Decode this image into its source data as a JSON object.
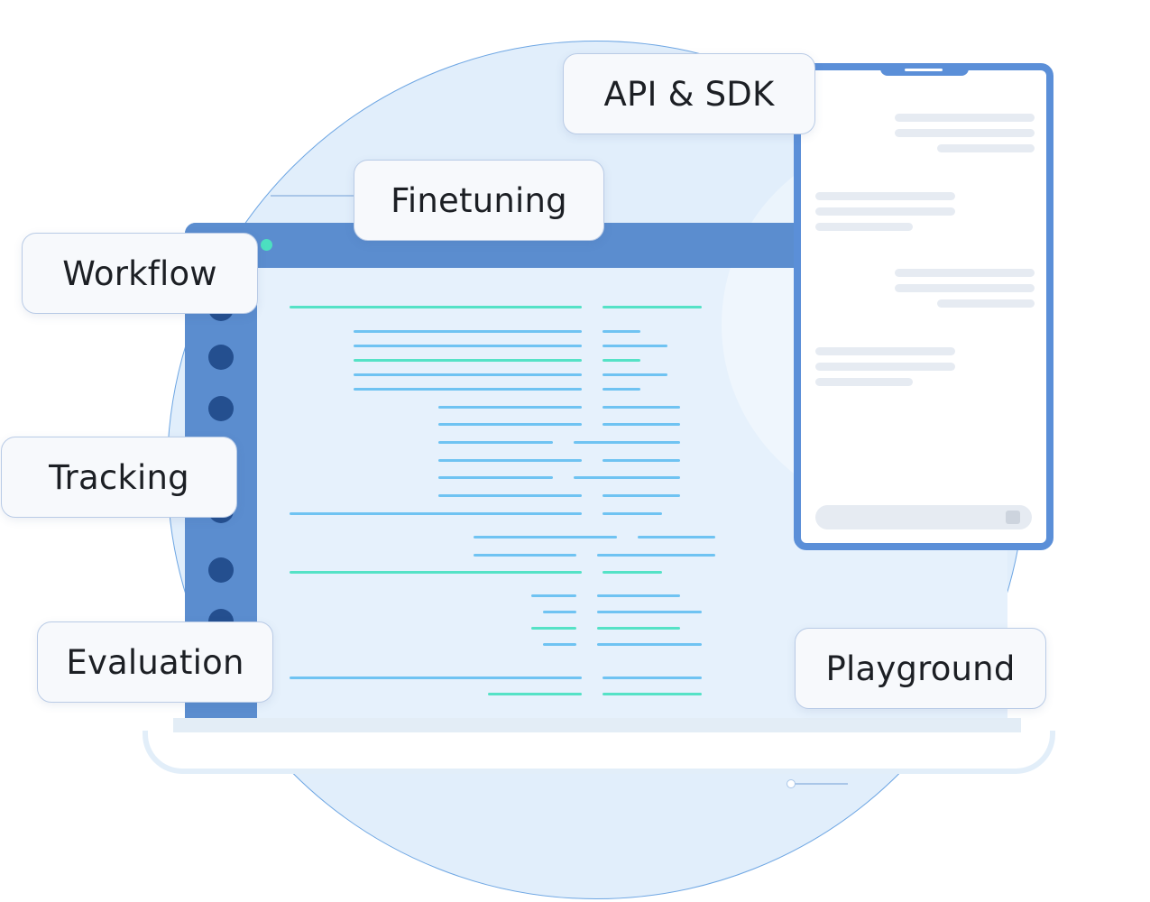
{
  "features": {
    "api_sdk": "API & SDK",
    "finetuning": "Finetuning",
    "workflow": "Workflow",
    "tracking": "Tracking",
    "evaluation": "Evaluation",
    "playground": "Playground"
  },
  "colors": {
    "primary_blue": "#5b8dcf",
    "sidebar_dot": "#244f8f",
    "code_blue": "#6fc3f2",
    "code_green": "#55e2c6",
    "backdrop": "#e1eefb",
    "chip_border": "#b9cbe6"
  }
}
